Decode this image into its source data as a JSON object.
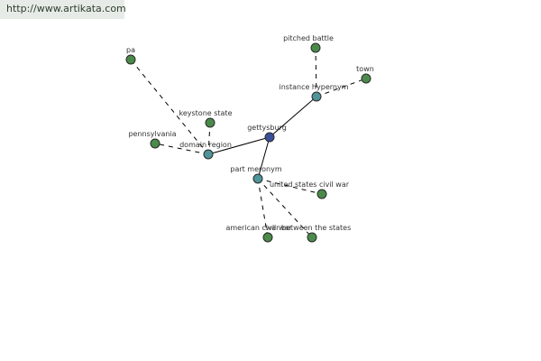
{
  "watermark": {
    "url_text": "http://www.artikata.com"
  },
  "colors": {
    "background": "#ffffff",
    "watermark_bg": "#e7ebe7",
    "edge": "#000000",
    "node_stroke": "#2a2a2a",
    "center_node": "#3a4f9a",
    "relation_node": "#4f9499",
    "leaf_node": "#4a8a4a"
  },
  "graph": {
    "nodes": [
      {
        "id": "gettysburg",
        "label": "gettysburg",
        "kind": "center"
      },
      {
        "id": "instance-hypernym",
        "label": "instance hypernym",
        "kind": "relation"
      },
      {
        "id": "domain-region",
        "label": "domain region",
        "kind": "relation"
      },
      {
        "id": "part-meronym",
        "label": "part meronym",
        "kind": "relation"
      },
      {
        "id": "pitched-battle",
        "label": "pitched battle",
        "kind": "leaf"
      },
      {
        "id": "town",
        "label": "town",
        "kind": "leaf"
      },
      {
        "id": "pa",
        "label": "pa",
        "kind": "leaf"
      },
      {
        "id": "keystone-state",
        "label": "keystone state",
        "kind": "leaf"
      },
      {
        "id": "pennsylvania",
        "label": "pennsylvania",
        "kind": "leaf"
      },
      {
        "id": "united-states-civil-war",
        "label": "united states civil war",
        "kind": "leaf"
      },
      {
        "id": "american-civil-war",
        "label": "american civil war",
        "kind": "leaf"
      },
      {
        "id": "war-between-the-states",
        "label": "war between the states",
        "kind": "leaf"
      }
    ],
    "edges": [
      {
        "from": "gettysburg",
        "to": "instance-hypernym",
        "style": "solid"
      },
      {
        "from": "gettysburg",
        "to": "domain-region",
        "style": "solid"
      },
      {
        "from": "gettysburg",
        "to": "part-meronym",
        "style": "solid"
      },
      {
        "from": "instance-hypernym",
        "to": "pitched-battle",
        "style": "dashed"
      },
      {
        "from": "instance-hypernym",
        "to": "town",
        "style": "dashed"
      },
      {
        "from": "domain-region",
        "to": "pennsylvania",
        "style": "dashed"
      },
      {
        "from": "domain-region",
        "to": "keystone-state",
        "style": "dashed"
      },
      {
        "from": "domain-region",
        "to": "pa",
        "style": "dashed"
      },
      {
        "from": "part-meronym",
        "to": "united-states-civil-war",
        "style": "dashed"
      },
      {
        "from": "part-meronym",
        "to": "american-civil-war",
        "style": "dashed"
      },
      {
        "from": "part-meronym",
        "to": "war-between-the-states",
        "style": "dashed"
      }
    ]
  }
}
